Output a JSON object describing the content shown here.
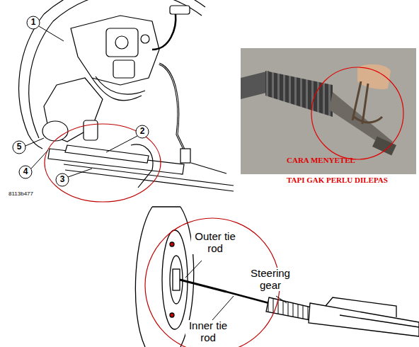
{
  "diagram": {
    "labels": [
      "1",
      "2",
      "3",
      "4",
      "5",
      "8113b477",
      "CARA MENYETEL",
      "TAPI GAK PERLU DILEPAS",
      "Outer tie rod",
      "Steering gear",
      "Inner tie rod"
    ]
  }
}
